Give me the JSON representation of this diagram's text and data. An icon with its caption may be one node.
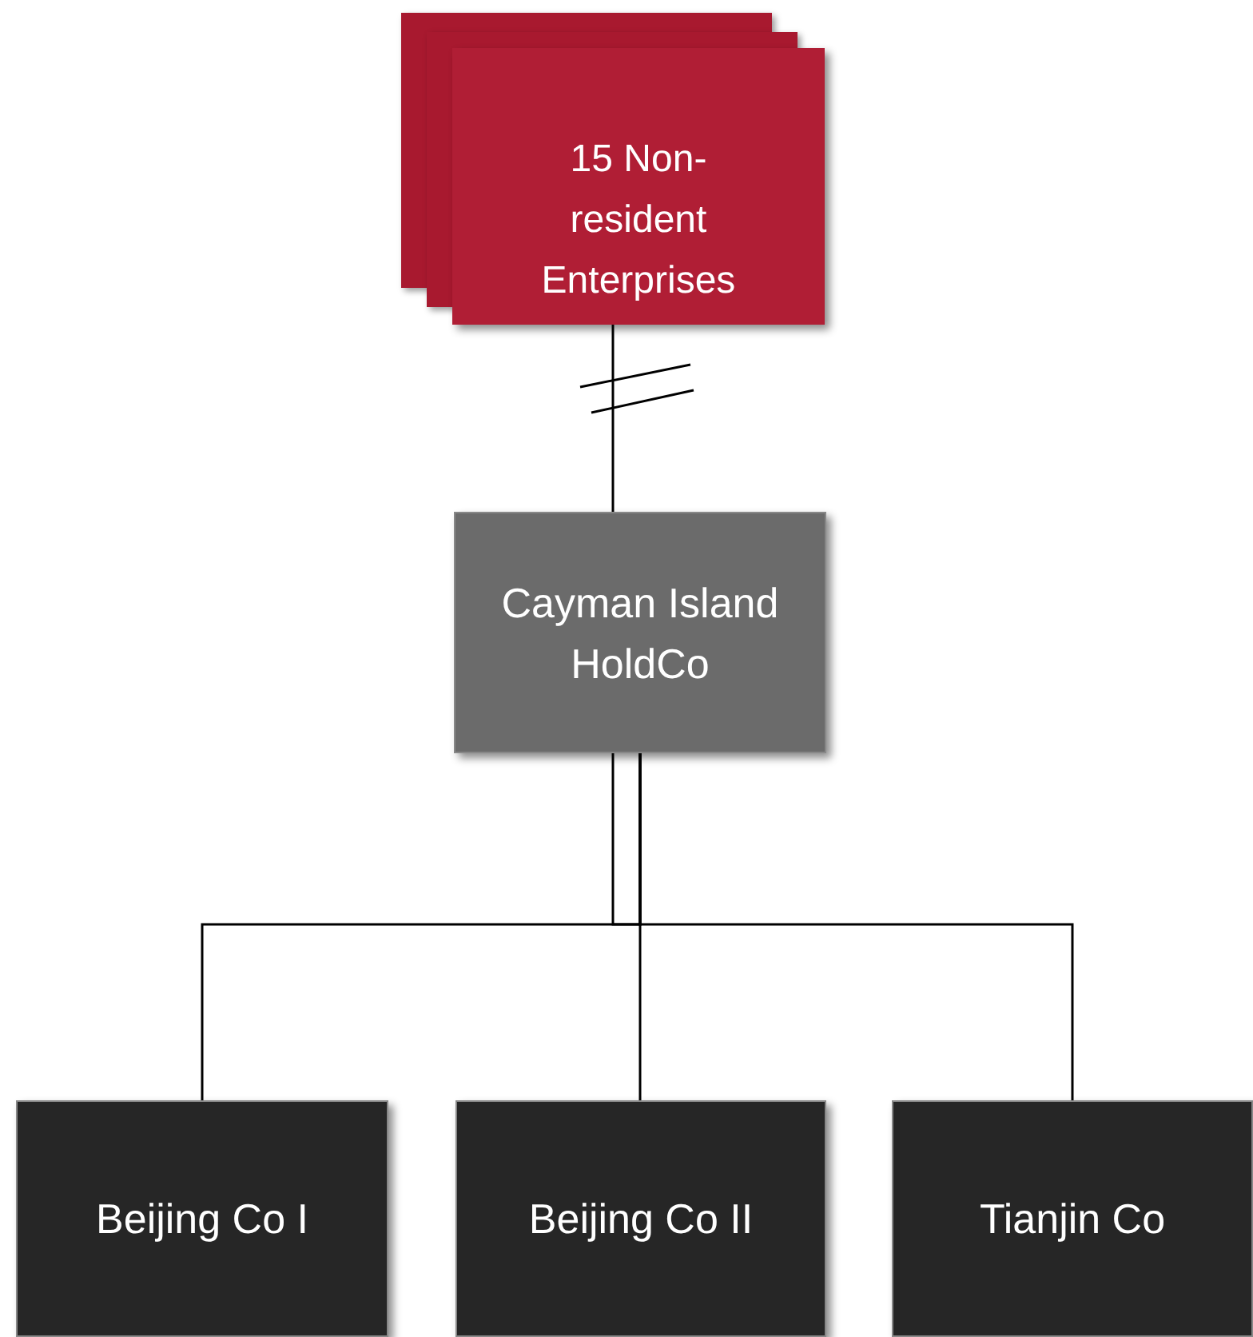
{
  "diagram": {
    "nodes": [
      {
        "text": [
          "15 Non-resident Enterprises"
        ]
      },
      {
        "text": [
          "Cayman Island HoldCo"
        ]
      },
      {
        "text": [
          "Beijing Co I"
        ]
      },
      {
        "text": [
          "Beijing Co II"
        ]
      },
      {
        "text": [
          "Tianjin  Co"
        ]
      }
    ],
    "edges": [
      {
        "from": 0,
        "to": 1,
        "arrow": "none"
      },
      {
        "from": 1,
        "to": 2,
        "arrow": "none"
      },
      {
        "from": 1,
        "to": 3,
        "arrow": "none"
      },
      {
        "from": 1,
        "to": 4,
        "arrow": "none"
      }
    ]
  }
}
